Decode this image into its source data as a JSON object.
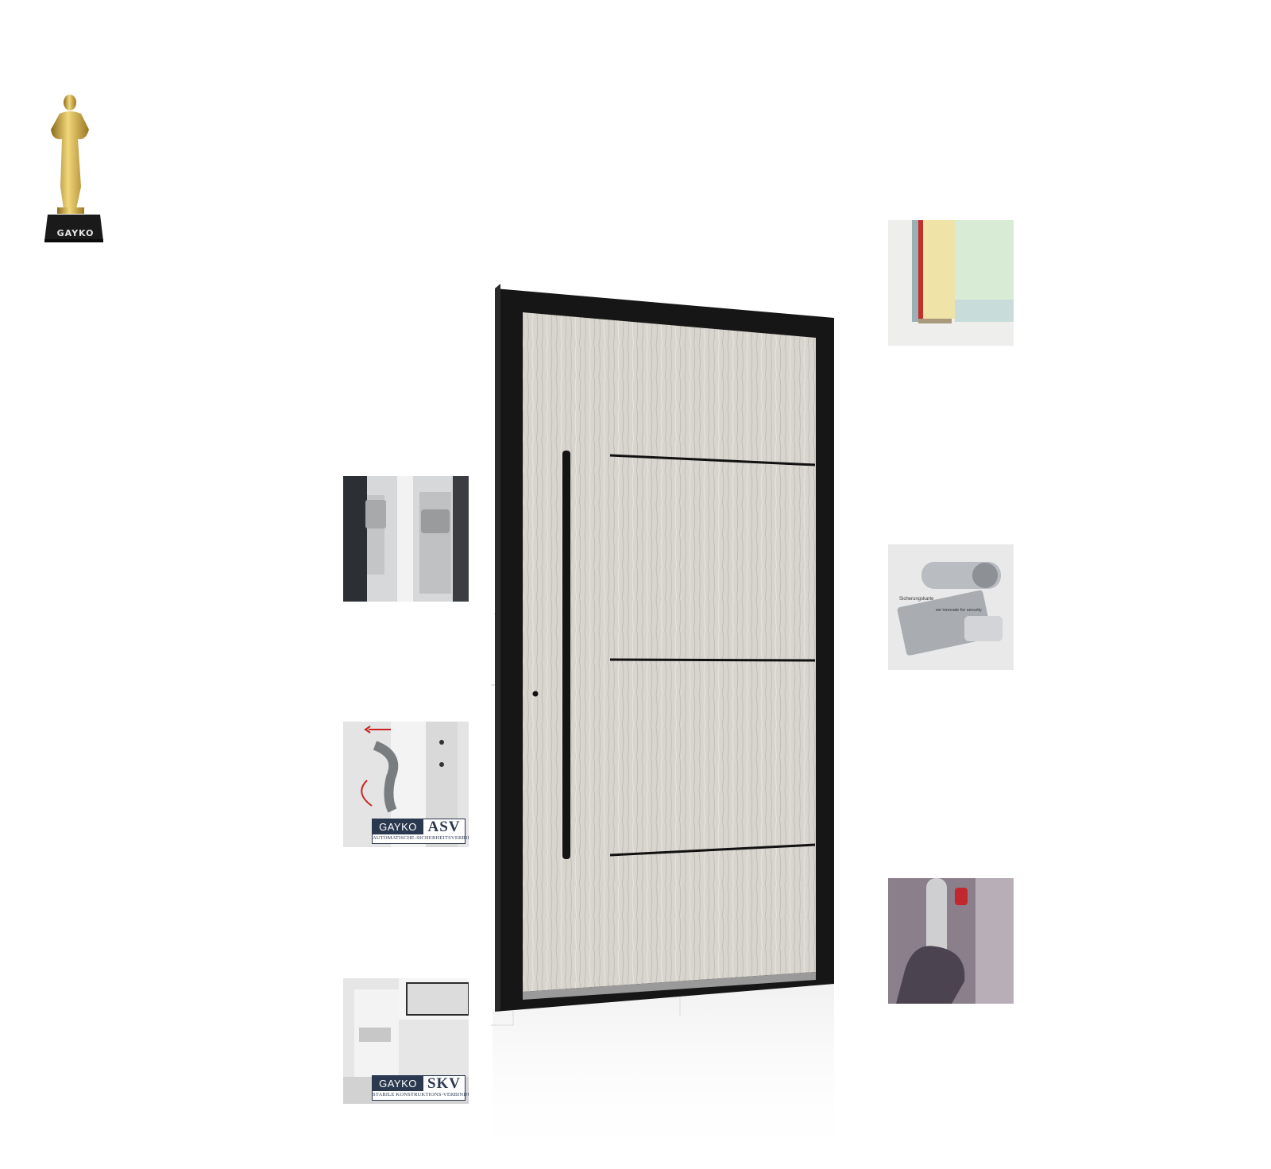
{
  "trophy": {
    "base_label": "GAYKO"
  },
  "tiles": {
    "asv": {
      "brand": "GAYKO",
      "code": "ASV",
      "subtitle": "AUTOMATISCHE-SICHERHEITSVERRIEGELUNG"
    },
    "skv": {
      "brand": "GAYKO",
      "code": "SKV",
      "subtitle": "STABILE KONSTRUKTIONS-VERBINDUNG"
    },
    "cylinder": {
      "card_heading": "Sicherungskarte",
      "card_slogan": "we innovate for security"
    }
  },
  "colors": {
    "frame": "#161616",
    "door_panel": "#d6d3cc",
    "badge_navy": "#2b3950",
    "trophy_gold": "#c9a23a"
  }
}
